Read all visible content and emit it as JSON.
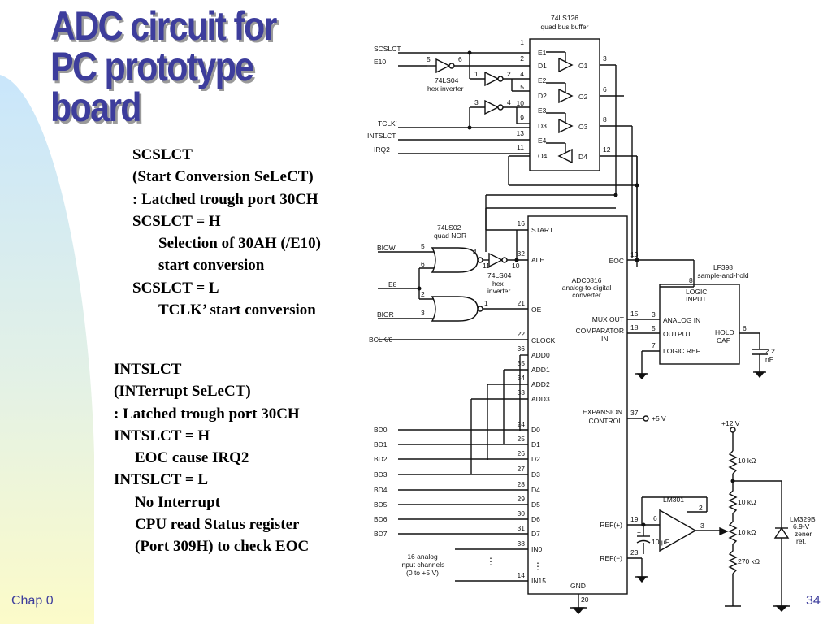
{
  "title": [
    "ADC circuit for",
    "PC prototype",
    "board"
  ],
  "scslct_notes": [
    "SCSLCT",
    "(Start Conversion SeLeCT)",
    ": Latched trough port 30CH",
    "SCSLCT = H",
    "Selection of 30AH (/E10)",
    "start conversion",
    "SCSLCT = L",
    "TCLK’ start conversion"
  ],
  "intslct_notes": [
    "INTSLCT",
    "(INTerrupt SeLeCT)",
    ": Latched trough port 30CH",
    "INTSLCT = H",
    "EOC cause IRQ2",
    "INTSLCT = L",
    "No Interrupt",
    "CPU read Status register",
    "(Port 309H) to check EOC"
  ],
  "footer": {
    "chapter": "Chap 0",
    "page": "34"
  },
  "colors": {
    "title": "#3d3d9c",
    "title_shadow": "#9a9a9a",
    "footer": "#3d3d9c",
    "curve_top": "#c9e6fb",
    "curve_bottom": "#fcfbc9"
  },
  "schematic": {
    "buffer": {
      "part": "74LS126",
      "desc": "quad bus buffer",
      "pins_left": [
        {
          "num": "1",
          "name": "E1"
        },
        {
          "num": "2",
          "name": "D1"
        },
        {
          "num": "4",
          "name": "E2"
        },
        {
          "num": "5",
          "name": "D2"
        },
        {
          "num": "10",
          "name": "E3"
        },
        {
          "num": "9",
          "name": "D3"
        },
        {
          "num": "13",
          "name": "E4"
        },
        {
          "num": "11",
          "name": "O4"
        }
      ],
      "pins_right": [
        {
          "num": "3",
          "name": "O1"
        },
        {
          "num": "6",
          "name": "O2"
        },
        {
          "num": "8",
          "name": "O3"
        },
        {
          "num": "12",
          "name": "D4"
        }
      ]
    },
    "inputs_top": [
      "SCSLCT",
      "E10",
      "TCLK’",
      "INTSLCT",
      "IRQ2"
    ],
    "inverter_top": {
      "part": "74LS04",
      "desc": "hex inverter",
      "pins": [
        "5",
        "6",
        "1",
        "2",
        "3",
        "4"
      ]
    },
    "nor": {
      "part": "74LS02",
      "desc": "quad NOR",
      "pins": [
        "5",
        "6",
        "4",
        "2",
        "3",
        "1"
      ]
    },
    "inverter_mid": {
      "part": "74LS04",
      "desc1": "hex",
      "desc2": "inverter",
      "pins": [
        "11",
        "10"
      ]
    },
    "inputs_mid": [
      "BIOW",
      "E8",
      "BIOR",
      "BCLK/8"
    ],
    "adc": {
      "part": "ADC0816",
      "desc1": "analog-to-digital",
      "desc2": "converter",
      "left_pins": [
        {
          "num": "16",
          "name": "START"
        },
        {
          "num": "32",
          "name": "ALE"
        },
        {
          "num": "21",
          "name": "OE"
        },
        {
          "num": "22",
          "name": "CLOCK"
        },
        {
          "num": "36",
          "name": "ADD0"
        },
        {
          "num": "35",
          "name": "ADD1"
        },
        {
          "num": "34",
          "name": "ADD2"
        },
        {
          "num": "33",
          "name": "ADD3"
        },
        {
          "num": "24",
          "name": "D0"
        },
        {
          "num": "25",
          "name": "D1"
        },
        {
          "num": "26",
          "name": "D2"
        },
        {
          "num": "27",
          "name": "D3"
        },
        {
          "num": "28",
          "name": "D4"
        },
        {
          "num": "29",
          "name": "D5"
        },
        {
          "num": "30",
          "name": "D6"
        },
        {
          "num": "31",
          "name": "D7"
        },
        {
          "num": "38",
          "name": "IN0"
        },
        {
          "num": "14",
          "name": "IN15"
        }
      ],
      "right_pins": [
        {
          "num": "13",
          "name": "EOC"
        },
        {
          "num": "15",
          "name": "MUX OUT"
        },
        {
          "num": "18",
          "name": "COMPARATOR"
        },
        {
          "num": "",
          "name": "IN"
        },
        {
          "num": "37",
          "name": "EXPANSION"
        },
        {
          "num": "",
          "name": "CONTROL"
        },
        {
          "num": "19",
          "name": "REF(+)"
        },
        {
          "num": "23",
          "name": "REF(−)"
        }
      ],
      "gnd": {
        "num": "20",
        "name": "GND"
      }
    },
    "data_bus": [
      "BD0",
      "BD1",
      "BD2",
      "BD3",
      "BD4",
      "BD5",
      "BD6",
      "BD7"
    ],
    "analog_inputs": [
      "16 analog",
      "input channels",
      "(0 to +5 V)"
    ],
    "expansion_supply": "+5 V",
    "sample_hold": {
      "part": "LF398",
      "desc": "sample-and-hold",
      "pins": [
        {
          "num": "8",
          "name": "LOGIC"
        },
        {
          "num": "",
          "name": "INPUT"
        },
        {
          "num": "3",
          "name": "ANALOG IN"
        },
        {
          "num": "5",
          "name": "OUTPUT"
        },
        {
          "num": "7",
          "name": "LOGIC REF."
        },
        {
          "num": "6",
          "name": "HOLD"
        },
        {
          "num": "",
          "name": "CAP"
        }
      ],
      "cap": "2.2",
      "cap_unit": "nF"
    },
    "opamp": {
      "part": "LM301",
      "pins": [
        "6",
        "2",
        "3"
      ],
      "cap": "10 µF",
      "plus": "+"
    },
    "supply": "+12 V",
    "resistors": [
      "10 kΩ",
      "10 kΩ",
      "10 kΩ",
      "270 kΩ"
    ],
    "zener": [
      "LM329B",
      "6.9-V",
      "zener",
      "ref."
    ]
  }
}
